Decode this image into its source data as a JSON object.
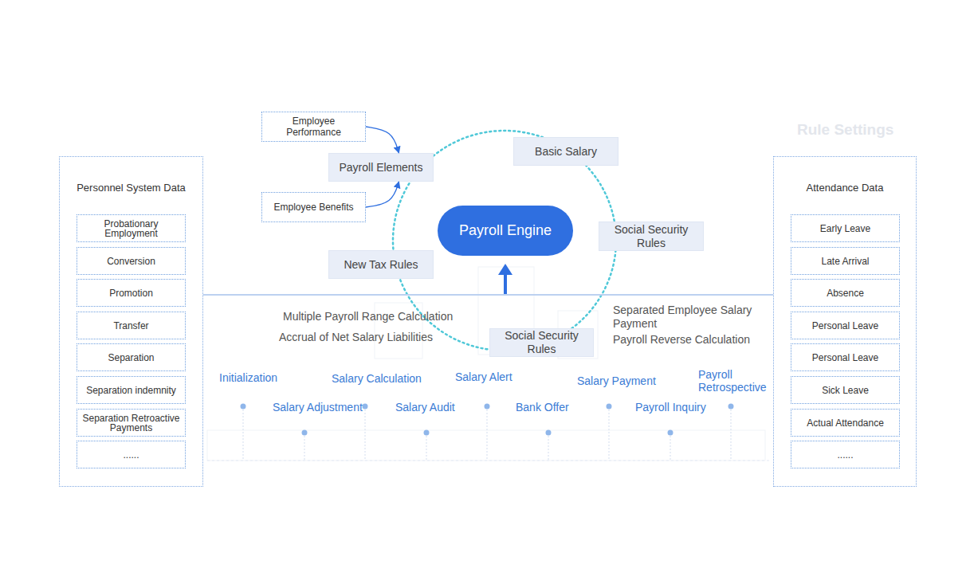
{
  "diagram": {
    "nodes": [
      {
        "text": [
          "Employee Performance"
        ]
      },
      {
        "text": [
          "Payroll Elements"
        ]
      },
      {
        "text": [
          "Basic Salary"
        ]
      },
      {
        "text": [
          "Employee Benefits"
        ]
      },
      {
        "text": [
          "Personnel System Data"
        ]
      },
      {
        "text": [
          "Probationary Employment"
        ],
        "in": 4
      },
      {
        "text": [
          "Conversion"
        ],
        "in": 4
      },
      {
        "text": [
          "Promotion"
        ],
        "in": 4
      },
      {
        "text": [
          "Transfer"
        ],
        "in": 4
      },
      {
        "text": [
          "Separation"
        ],
        "in": 4
      },
      {
        "text": [
          "Separation indemnity"
        ],
        "in": 4
      },
      {
        "text": [
          "Separation Retroactive Payments"
        ],
        "in": 4
      },
      {
        "text": [
          "......"
        ],
        "in": 4
      },
      {
        "text": [
          "Payroll Engine"
        ]
      },
      {
        "text": [
          "Social Security Rules"
        ]
      },
      {
        "text": [
          "New Tax Rules"
        ]
      },
      {
        "text": [
          "Social Security Rules"
        ]
      },
      {
        "text": [
          "Attendance Data"
        ]
      },
      {
        "text": [
          "Early Leave"
        ],
        "in": 17
      },
      {
        "text": [
          "Late Arrival"
        ],
        "in": 17
      },
      {
        "text": [
          "Absence"
        ],
        "in": 17
      },
      {
        "text": [
          "Personal Leave"
        ],
        "in": 17
      },
      {
        "text": [
          "Personal Leave"
        ],
        "in": 17
      },
      {
        "text": [
          "Sick Leave"
        ],
        "in": 17
      },
      {
        "text": [
          "Actual Attendance"
        ],
        "in": 17
      },
      {
        "text": [
          "......"
        ],
        "in": 17
      }
    ],
    "edges": [
      {
        "from": 0,
        "to": 1,
        "arrow": "to"
      },
      {
        "from": 3,
        "to": 1,
        "arrow": "to"
      }
    ],
    "labels": [
      "Rule Settings",
      "Multiple Payroll Range Calculation",
      "Accrual of Net Salary Liabilities",
      "Separated Employee Salary Payment",
      "Payroll Reverse Calculation",
      "Initialization",
      "Salary Calculation",
      "Salary Alert",
      "Salary Payment",
      "Payroll Retrospective",
      "Salary Adjustment",
      "Salary Audit",
      "Bank Offer",
      "Payroll Inquiry"
    ]
  }
}
